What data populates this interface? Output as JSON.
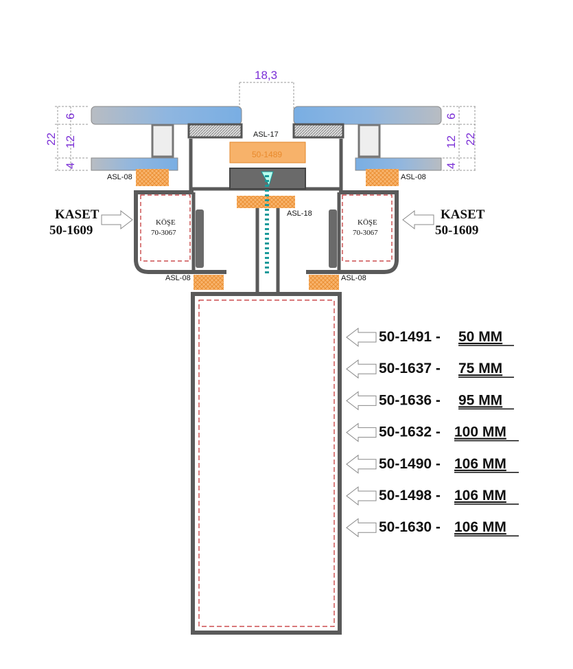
{
  "dimensions": {
    "gap": "18,3",
    "total": "22",
    "outer_glass": "6",
    "cavity": "12",
    "inner_glass": "4"
  },
  "labels": {
    "asl17": "ASL-17",
    "asl18": "ASL-18",
    "asl08": "ASL-08",
    "pressure_plate": "50-1489"
  },
  "kaset": {
    "title": "KASET",
    "code": "50-1609"
  },
  "kose": {
    "title": "KÖŞE",
    "code": "70-3067"
  },
  "mullions": [
    {
      "code": "50-1491 -",
      "size": "50 MM"
    },
    {
      "code": "50-1637 -",
      "size": "75 MM"
    },
    {
      "code": "50-1636 -",
      "size": "95 MM"
    },
    {
      "code": "50-1632 -",
      "size": "100 MM"
    },
    {
      "code": "50-1490 -",
      "size": "106 MM"
    },
    {
      "code": "50-1498 -",
      "size": "106 MM"
    },
    {
      "code": "50-1630 -",
      "size": "106 MM"
    }
  ],
  "colors": {
    "profile": "#5a5a5a",
    "gasket": "#f7b26a",
    "glass": "#7aaede",
    "dimension": "#7b2fd6",
    "dashed": "#c0282a"
  }
}
